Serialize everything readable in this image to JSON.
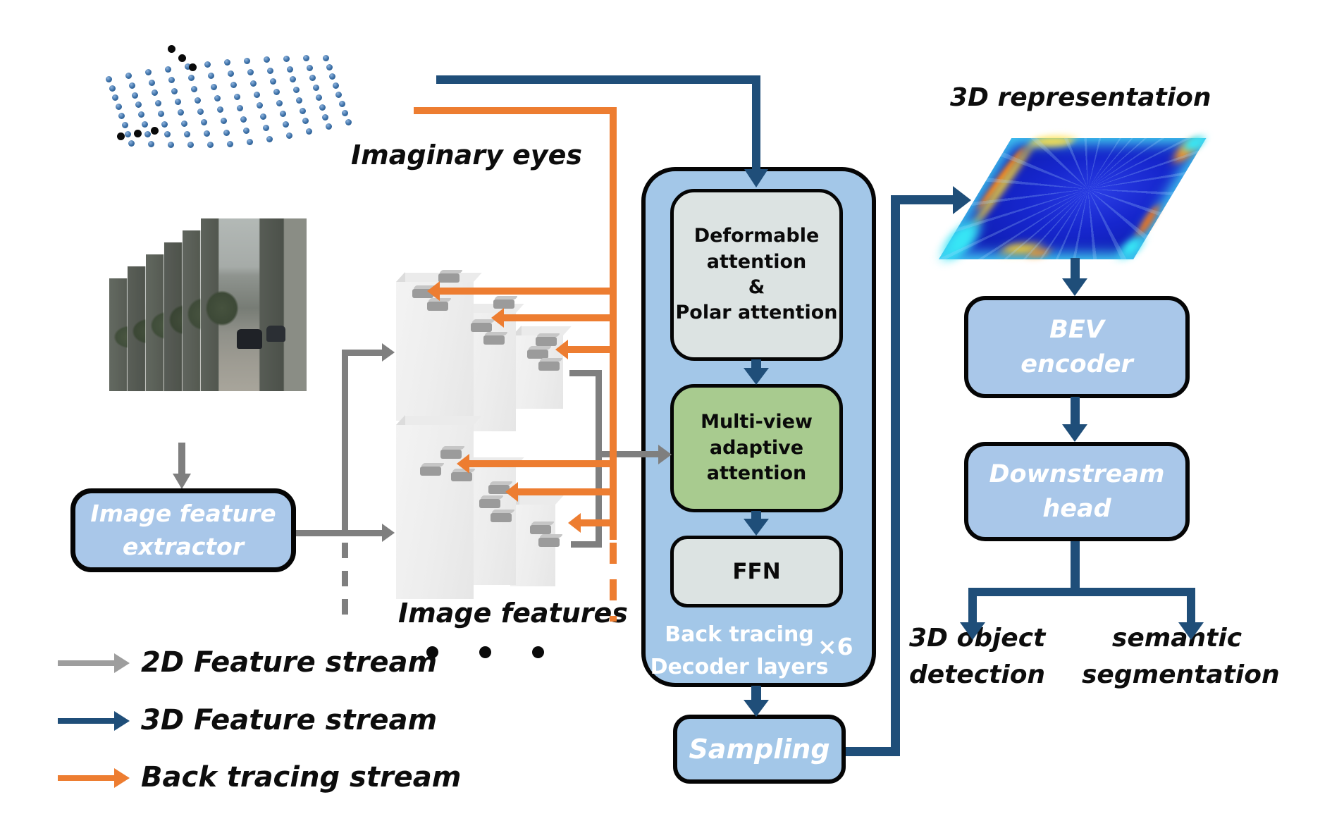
{
  "labels": {
    "imaginary_eyes": "Imaginary eyes",
    "image_features": "Image features",
    "representation": "3D representation"
  },
  "extractor_lines": [
    "Image feature",
    "extractor"
  ],
  "decoder": {
    "deformable_lines": [
      "Deformable",
      "attention",
      "&",
      "Polar attention"
    ],
    "multiview_lines": [
      "Multi-view",
      "adaptive",
      "attention"
    ],
    "ffn": "FFN",
    "caption_lines": [
      "Back tracing",
      "Decoder layers"
    ],
    "repeat": "×6"
  },
  "sampling": "Sampling",
  "bev_lines": [
    "BEV",
    "encoder"
  ],
  "downstream_lines": [
    "Downstream",
    "head"
  ],
  "outputs": {
    "detection_lines": [
      "3D object",
      "detection"
    ],
    "segmentation_lines": [
      "semantic",
      "segmentation"
    ]
  },
  "legend": [
    {
      "label": "2D Feature stream",
      "color": "#9e9e9e"
    },
    {
      "label": "3D Feature stream",
      "color": "#1f4e79"
    },
    {
      "label": "Back tracing stream",
      "color": "#ed7d31"
    }
  ],
  "colors": {
    "box_blue": "#a9c7e9",
    "container_blue": "#a3c7e8",
    "box_gray": "#dce3e2",
    "box_green": "#a8cb8f",
    "stream_2d": "#7f7f7f",
    "stream_3d": "#1f4e79",
    "stream_back": "#ed7d31"
  }
}
